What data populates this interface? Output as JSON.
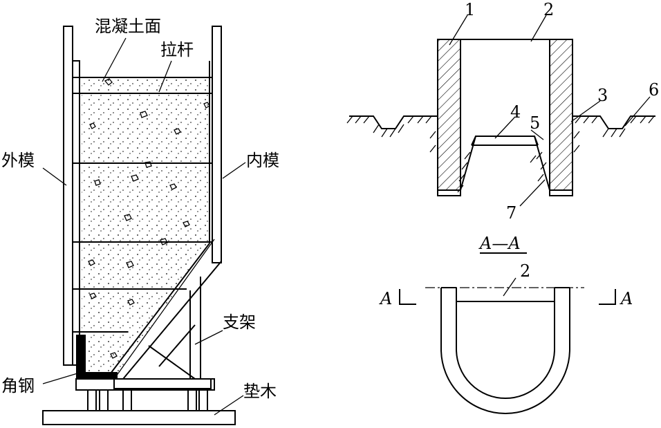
{
  "left_figure": {
    "labels": {
      "concrete_surface": "混凝土面",
      "tie_rod": "拉杆",
      "outer_form": "外模",
      "inner_form": "内模",
      "support": "支架",
      "angle_steel": "角钢",
      "sleeper": "垫木"
    }
  },
  "right_figure": {
    "numbers": {
      "n1": "1",
      "n2": "2",
      "n3": "3",
      "n4": "4",
      "n5": "5",
      "n6": "6",
      "n7": "7"
    },
    "section_title": "A—A",
    "section_number": "2",
    "section_mark_left": "A",
    "section_mark_right": "A"
  }
}
